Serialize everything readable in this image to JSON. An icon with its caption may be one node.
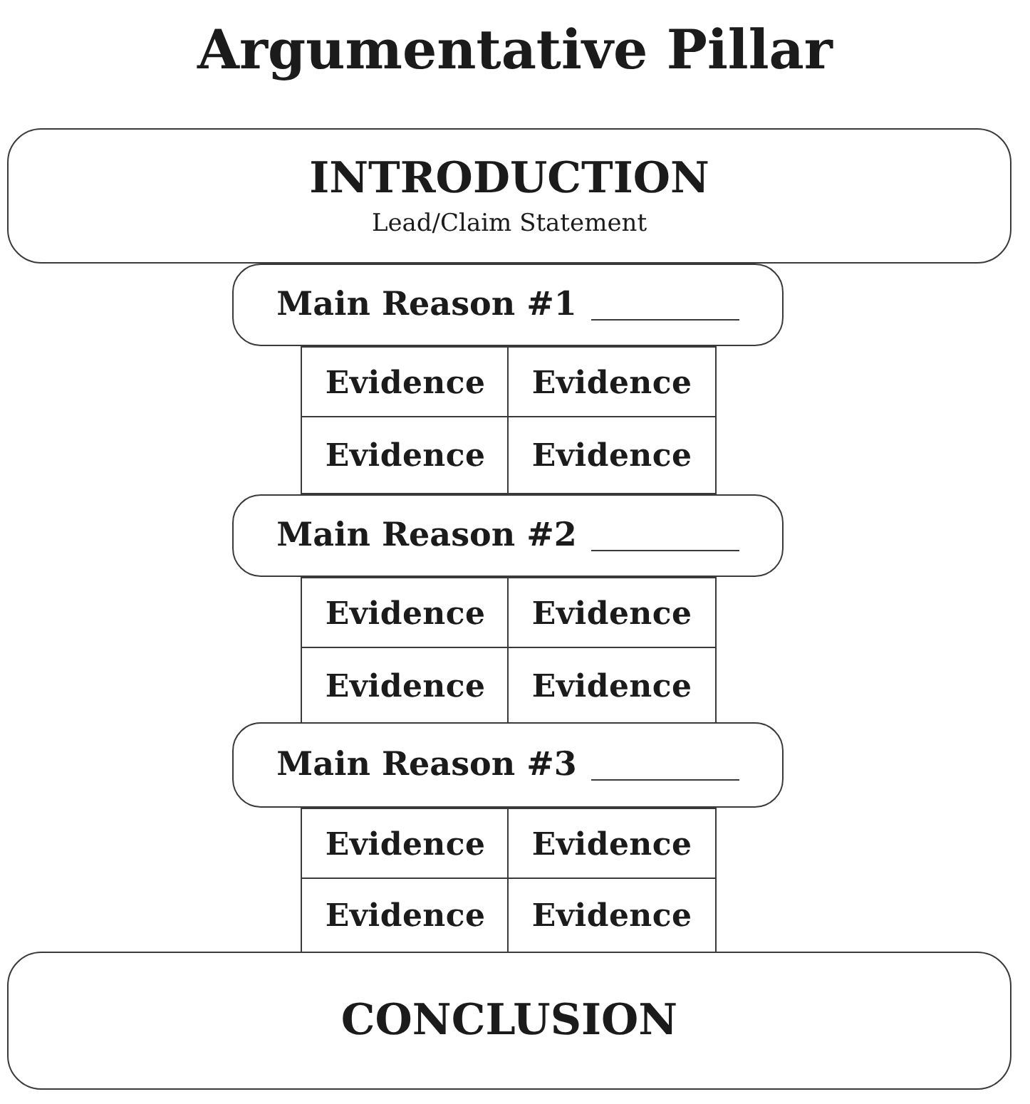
{
  "diagram": {
    "title": "Argumentative Pillar",
    "nodes": [
      {
        "text": [
          "INTRODUCTION",
          "Lead/Claim Statement"
        ]
      },
      {
        "text": [
          "Main Reason #1"
        ]
      },
      {
        "text": [
          "Evidence"
        ]
      },
      {
        "text": [
          "Evidence"
        ]
      },
      {
        "text": [
          "Evidence"
        ]
      },
      {
        "text": [
          "Evidence"
        ]
      },
      {
        "text": [
          "Main Reason #2"
        ]
      },
      {
        "text": [
          "Evidence"
        ]
      },
      {
        "text": [
          "Evidence"
        ]
      },
      {
        "text": [
          "Evidence"
        ]
      },
      {
        "text": [
          "Evidence"
        ]
      },
      {
        "text": [
          "Main Reason #3"
        ]
      },
      {
        "text": [
          "Evidence"
        ]
      },
      {
        "text": [
          "Evidence"
        ]
      },
      {
        "text": [
          "Evidence"
        ]
      },
      {
        "text": [
          "Evidence"
        ]
      },
      {
        "text": [
          "CONCLUSION"
        ]
      }
    ]
  }
}
